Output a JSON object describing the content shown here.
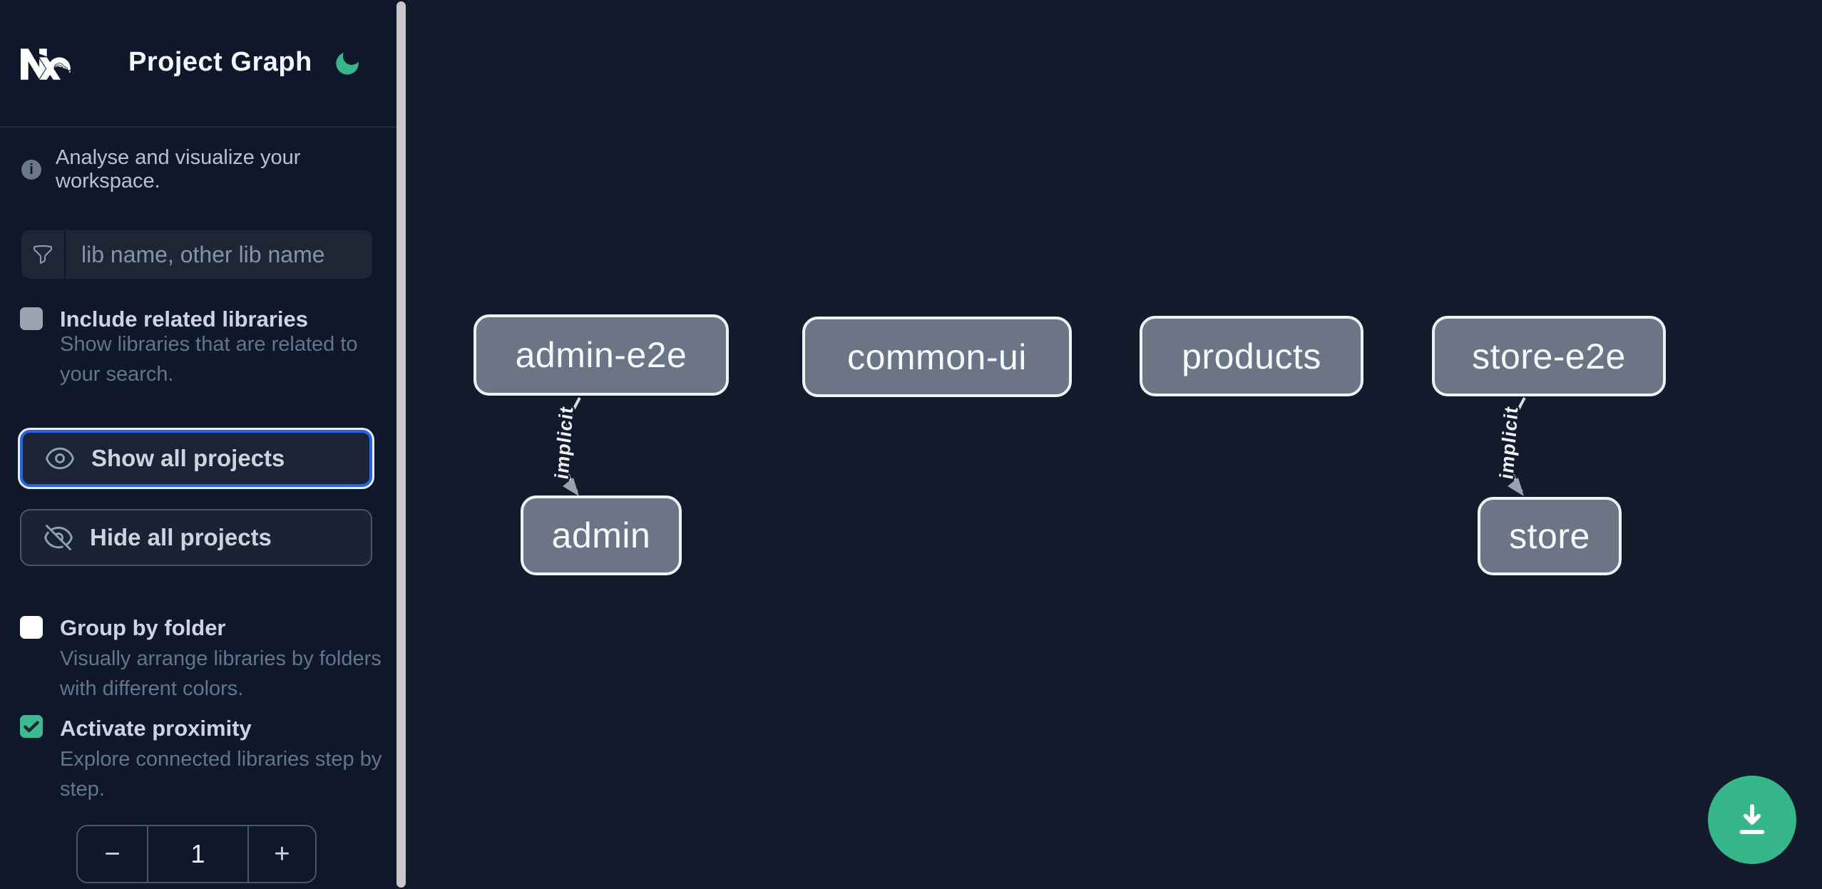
{
  "sidebar": {
    "title": "Project Graph",
    "tagline": "Analyse and visualize your workspace.",
    "search_placeholder": "lib name, other lib name",
    "include_related": {
      "label": "Include related libraries",
      "description": "Show libraries that are related to your search.",
      "checked": false
    },
    "show_all_label": "Show all projects",
    "hide_all_label": "Hide all projects",
    "group_by_folder": {
      "label": "Group by folder",
      "description": "Visually arrange libraries by folders with different colors.",
      "checked": false
    },
    "activate_proximity": {
      "label": "Activate proximity",
      "description": "Explore connected libraries step by step.",
      "checked": true
    },
    "stepper": {
      "decrement": "−",
      "value": "1",
      "increment": "+"
    }
  },
  "graph": {
    "nodes": [
      {
        "id": "admin-e2e",
        "label": "admin-e2e"
      },
      {
        "id": "common-ui",
        "label": "common-ui"
      },
      {
        "id": "products",
        "label": "products"
      },
      {
        "id": "store-e2e",
        "label": "store-e2e"
      },
      {
        "id": "admin",
        "label": "admin"
      },
      {
        "id": "store",
        "label": "store"
      }
    ],
    "edges": [
      {
        "source": "admin-e2e",
        "target": "admin",
        "label": "implicit"
      },
      {
        "source": "store-e2e",
        "target": "store",
        "label": "implicit"
      }
    ]
  },
  "colors": {
    "accent_green": "#35b78a",
    "focus_blue": "#2563eb",
    "node_gray": "#6b7585",
    "sidebar_bg": "#0f172a",
    "canvas_bg": "#121a2b"
  }
}
